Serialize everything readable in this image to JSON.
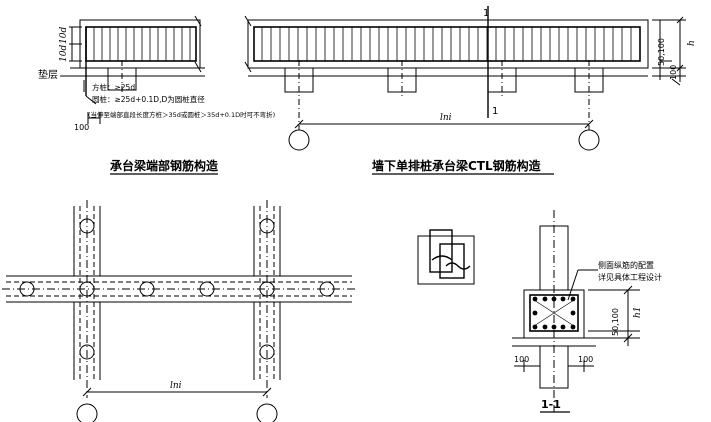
{
  "labels": {
    "dim_10d_a": "10d",
    "dim_10d_b": "10d",
    "cushion": "垫层",
    "pile_square_note": "方桩：≥25d",
    "pile_round_note": "圆桩：≥25d+0.1D,D为圆桩直径",
    "anchor_note": "(当伸至端部直段长度方桩＞35d或圆桩＞35d+0.1D时可不弯折)",
    "dim_100_left": "100",
    "section_mark_top": "1",
    "section_mark_bottom": "1",
    "lni_top": "lni",
    "dim_50_100_top": "50,100",
    "dim_h": "h",
    "dim_100_right_top": "100",
    "title_end": "承台梁端部钢筋构造",
    "title_ctl": "墙下单排桩承台梁CTL钢筋构造",
    "lni_bottom": "lni",
    "side_bar_note1": "侧面纵筋的配置",
    "side_bar_note2": "详见具体工程设计",
    "dim_50_100_sec": "50,100",
    "dim_h1": "h1",
    "dim_100_sec_left": "100",
    "dim_100_sec_right": "100",
    "section_title": "1-1"
  }
}
